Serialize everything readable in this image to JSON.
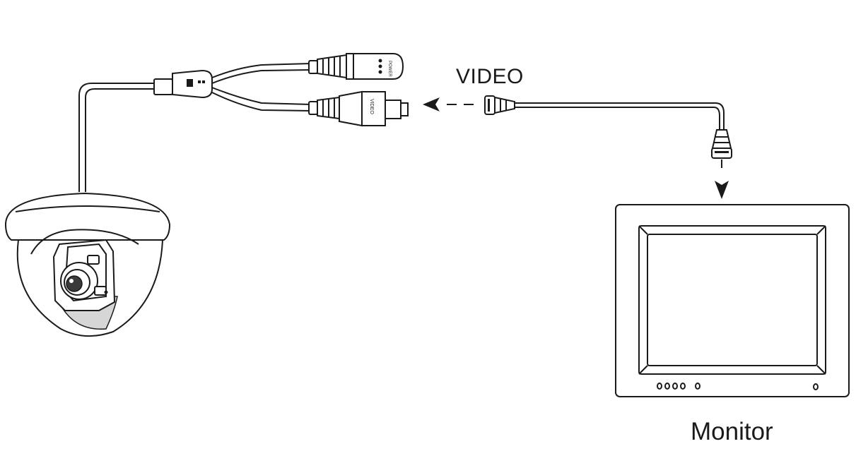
{
  "labels": {
    "video": "VIDEO",
    "monitor": "Monitor"
  },
  "connectors": {
    "power_plug_text": "POWER",
    "video_plug_text": "VIDEO"
  },
  "colors": {
    "line": "#1a1a1a",
    "background": "#ffffff",
    "shade": "#d6d6d6"
  },
  "icons": [
    "dome-camera-icon",
    "power-connector-icon",
    "bnc-connector-icon",
    "arrow-left-icon",
    "arrow-down-icon",
    "monitor-icon"
  ]
}
